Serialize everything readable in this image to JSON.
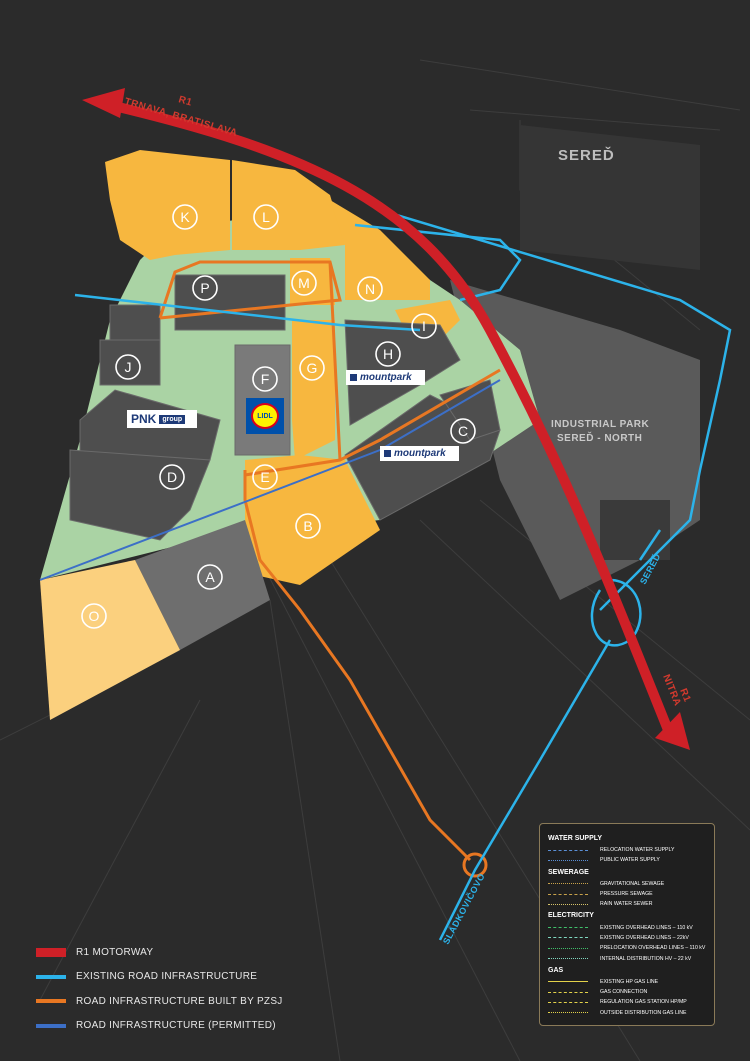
{
  "map": {
    "city_label": "SEREĎ",
    "park_label_line1": "INDUSTRIAL PARK",
    "park_label_line2": "SEREĎ - NORTH",
    "road_r1_top_code": "R1",
    "road_r1_top_dest": "TRNAVA, BRATISLAVA",
    "road_r1_bottom_code": "R1",
    "road_r1_bottom_dest": "NITRA",
    "road_sered": "SEREĎ",
    "road_sladkovicovo": "SLÁDKOVIČOVO",
    "plots": [
      "K",
      "L",
      "P",
      "M",
      "N",
      "I",
      "H",
      "J",
      "G",
      "F",
      "C",
      "D",
      "E",
      "B",
      "A",
      "O"
    ],
    "logos": {
      "pnk": "PNK",
      "pnk_sub": "group",
      "mountpark1": "mountpark",
      "mountpark2": "mountpark",
      "lidl": "LIDL"
    },
    "colors": {
      "background": "#2b2b2b",
      "plot_orange": "#f7b73f",
      "plot_light": "#fbd07e",
      "green": "#aad3a4",
      "motorway": "#cf2027",
      "existing_road": "#2cb3ea",
      "pzsj_road": "#e87722",
      "permitted_road": "#3c6fc7"
    }
  },
  "legend_main": [
    {
      "label": "R1 MOTORWAY",
      "color": "#cf2027",
      "thick": true
    },
    {
      "label": "EXISTING ROAD INFRASTRUCTURE",
      "color": "#2cb3ea",
      "thick": false
    },
    {
      "label": "ROAD INFRASTRUCTURE BUILT BY PZSJ",
      "color": "#e87722",
      "thick": false
    },
    {
      "label": "ROAD INFRASTRUCTURE (PERMITTED)",
      "color": "#3c6fc7",
      "thick": false
    }
  ],
  "legend_box": [
    {
      "section": "WATER SUPPLY",
      "items": [
        {
          "label": "RELOCATION WATER SUPPLY",
          "color": "#5b8fd6",
          "style": "dashed"
        },
        {
          "label": "PUBLIC WATER SUPPLY",
          "color": "#5b8fd6",
          "style": "dotted"
        }
      ]
    },
    {
      "section": "SEWERAGE",
      "items": [
        {
          "label": "GRAVITATIONAL SEWAGE",
          "color": "#c8a24a",
          "style": "dotted"
        },
        {
          "label": "PRESSURE SEWAGE",
          "color": "#c8a24a",
          "style": "dashed"
        },
        {
          "label": "RAIN WATER SEWER",
          "color": "#d6c36a",
          "style": "dotted"
        }
      ]
    },
    {
      "section": "ELECTRICITY",
      "items": [
        {
          "label": "EXISTING OVERHEAD LINES – 110 kV",
          "color": "#3fbf6a",
          "style": "dashed"
        },
        {
          "label": "EXISTING OVERHEAD LINES – 22kV",
          "color": "#7fd8c0",
          "style": "dashed"
        },
        {
          "label": "PRELOCATION OVERHEAD LINES – 110 kV",
          "color": "#3fbf6a",
          "style": "dotted"
        },
        {
          "label": "INTERNAL DISTRIBUTION HV – 22 kV",
          "color": "#7fd8c0",
          "style": "dotted"
        }
      ]
    },
    {
      "section": "GAS",
      "items": [
        {
          "label": "EXISTING HP GAS LINE",
          "color": "#e3d24a",
          "style": "solid"
        },
        {
          "label": "GAS CONNECTION",
          "color": "#e3d24a",
          "style": "dashed"
        },
        {
          "label": "REGULATION GAS STATION HP/MP",
          "color": "#e3d24a",
          "style": "dashed"
        },
        {
          "label": "OUTSIDE DISTRIBUTION GAS LINE",
          "color": "#e3d24a",
          "style": "dotted"
        }
      ]
    }
  ]
}
